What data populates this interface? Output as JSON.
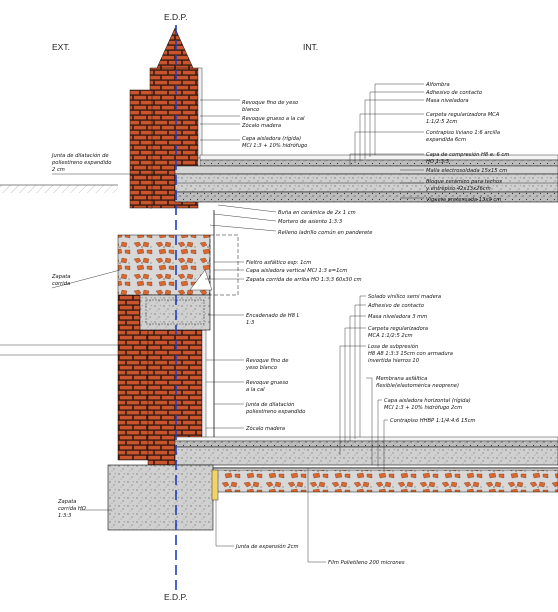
{
  "headers": {
    "top": "E.D.P.",
    "bottom": "E.D.P.",
    "ext": "EXT.",
    "int": "INT."
  },
  "labels": {
    "alfombra": "Alfombra",
    "adhesivo_top": "Adhesivo de contacto",
    "masa_top": "Masa niveladora",
    "carpeta_mca_1": "Carpeta regularizadora MCA",
    "carpeta_mca_2": "1:1/2:5 2cm",
    "contrapiso_1": "Contrapiso liviano 1:6 arcilla",
    "contrapiso_2": "expandida 6cm",
    "capa_compresion_1": "Capa de compresión H8 e: 6 cm",
    "capa_compresion_2": "HO 1:3:3",
    "malla": "Malla electrosoldada 15x15 cm",
    "bloque_1": "Bloque cerámico para techos",
    "bloque_2": "y entrepiso 42x13x26cm",
    "vigueta": "Vigueta pretensada 13x9 cm",
    "revoque_fino_1a": "Revoque fino de yeso",
    "revoque_fino_1b": "blanco",
    "revoque_grueso_1": "Revoque grueso a la cal",
    "zocalo_1": "Zócalo madera",
    "capa_aisladora_1a": "Capa aisladora (rígida)",
    "capa_aisladora_1b": "MCI 1:3 + 10% hidrófugo",
    "junta_dilat_ext_1": "Junta de dilatación de",
    "junta_dilat_ext_2": "poliestireno expandido",
    "junta_dilat_ext_3": "2 cm",
    "buna": "Buña en cerámica de 2x 1 cm",
    "mortero_asiento": "Mortero de asiento 1:3:3",
    "relleno": "Relleno ladrillo común en panderete",
    "fieltro": "Fieltro asfáltico esp: 1cm",
    "capa_aisl_vert": "Capa aisladora vertical MCI 1:3 e=1cm",
    "zapata_corrida_ho": "Zapata corrida de arriba HO 1:3:3 60x30 cm",
    "zapata_ext_1": "Zapata",
    "zapata_ext_2": "corrida",
    "encadenado_1": "Encadenado de H8 L",
    "encadenado_2": "1:3",
    "solado": "Solado vinílico semi madera",
    "adhesivo_low": "Adhesivo de contacto",
    "masa_low": "Masa niveladora 3 mm",
    "carpeta_low_1": "Carpeta regularizadora",
    "carpeta_low_2": "MCA 1:1/2:5 2cm",
    "losa_1": "Losa de subpresión",
    "losa_2": "H8 A8  1:3:3 15cm con armadura",
    "losa_3": "invertida hierros  10",
    "membrana_1": "Membrana asfáltica",
    "membrana_2": "flexible(elastomérica neoprene)",
    "capa_low_1": "Capa aisladora horizontal (rígida)",
    "capa_low_2": "MCI 1:3 + 10% hidrófugo 2cm",
    "contrapiso_low": "Contrapiso HHBP 1:1/4:4:6 15cm",
    "revoque_fino_2a": "Revoque fino de",
    "revoque_fino_2b": "yeso blanco",
    "revoque_grueso_2a": "Revoque grueso",
    "revoque_grueso_2b": "a la cal",
    "junta_dilat_mid_1": "Junta de dilatación",
    "junta_dilat_mid_2": "poliestireno expandido",
    "zocalo_2": "Zócalo madera",
    "zapata_corrida_1": "Zapata",
    "zapata_corrida_2": "corrida HO",
    "zapata_corrida_3": "1:3:3",
    "junta_expansion": "Junta de expansión 2cm",
    "film": "Film Polietileno 200 micrones"
  },
  "colors": {
    "brick": "#c8552e",
    "mortar": "#3a1a10",
    "concrete": "#cfcfcf",
    "rubble": "#d9672f",
    "axis": "#1f3fbf",
    "insulation": "#f0d36a"
  }
}
